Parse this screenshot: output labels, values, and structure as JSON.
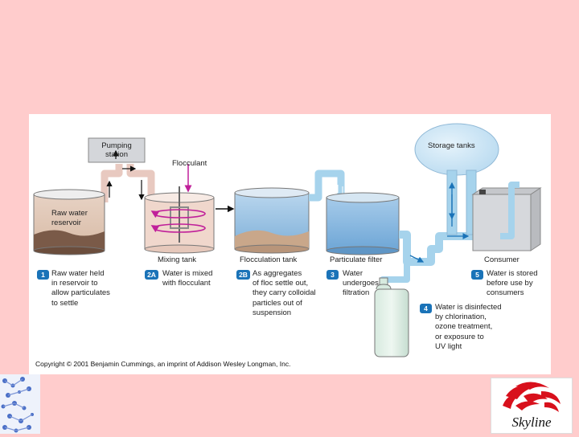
{
  "diagram": {
    "labels": {
      "pumping_station": [
        "Pumping",
        "station"
      ],
      "flocculant": "Flocculant",
      "raw_water_reservoir": [
        "Raw water",
        "reservoir"
      ],
      "storage_tanks": "Storage tanks"
    },
    "captions": {
      "mixing_tank": "Mixing tank",
      "flocculation_tank": "Flocculation tank",
      "particulate_filter": "Particulate filter",
      "consumer": "Consumer"
    },
    "steps": [
      {
        "num": "1",
        "lines": [
          "Raw water held",
          "in reservoir to",
          "allow particulates",
          "to settle"
        ]
      },
      {
        "num": "2A",
        "lines": [
          "Water is mixed",
          "with flocculant"
        ]
      },
      {
        "num": "2B",
        "lines": [
          "As aggregates",
          "of floc settle out,",
          "they carry colloidal",
          "particles out of",
          "suspension"
        ]
      },
      {
        "num": "3",
        "lines": [
          "Water",
          "undergoes",
          "filtration"
        ]
      },
      {
        "num": "4",
        "lines": [
          "Water is disinfected",
          "by chlorination,",
          "ozone treatment,",
          "or exposure to",
          "UV light"
        ]
      },
      {
        "num": "5",
        "lines": [
          "Water is stored",
          "before use by",
          "consumers"
        ]
      }
    ],
    "copyright": "Copyright © 2001 Benjamin Cummings, an imprint of Addison Wesley Longman, Inc."
  },
  "logo": {
    "brand_text": "Skyline"
  },
  "colors": {
    "pipe": "#a6d3ec",
    "water": "#9dc3e6",
    "accent": "#1a73b8",
    "flocculant": "#c0209a",
    "background": "#ffcccc",
    "logo_red": "#d8101c"
  }
}
